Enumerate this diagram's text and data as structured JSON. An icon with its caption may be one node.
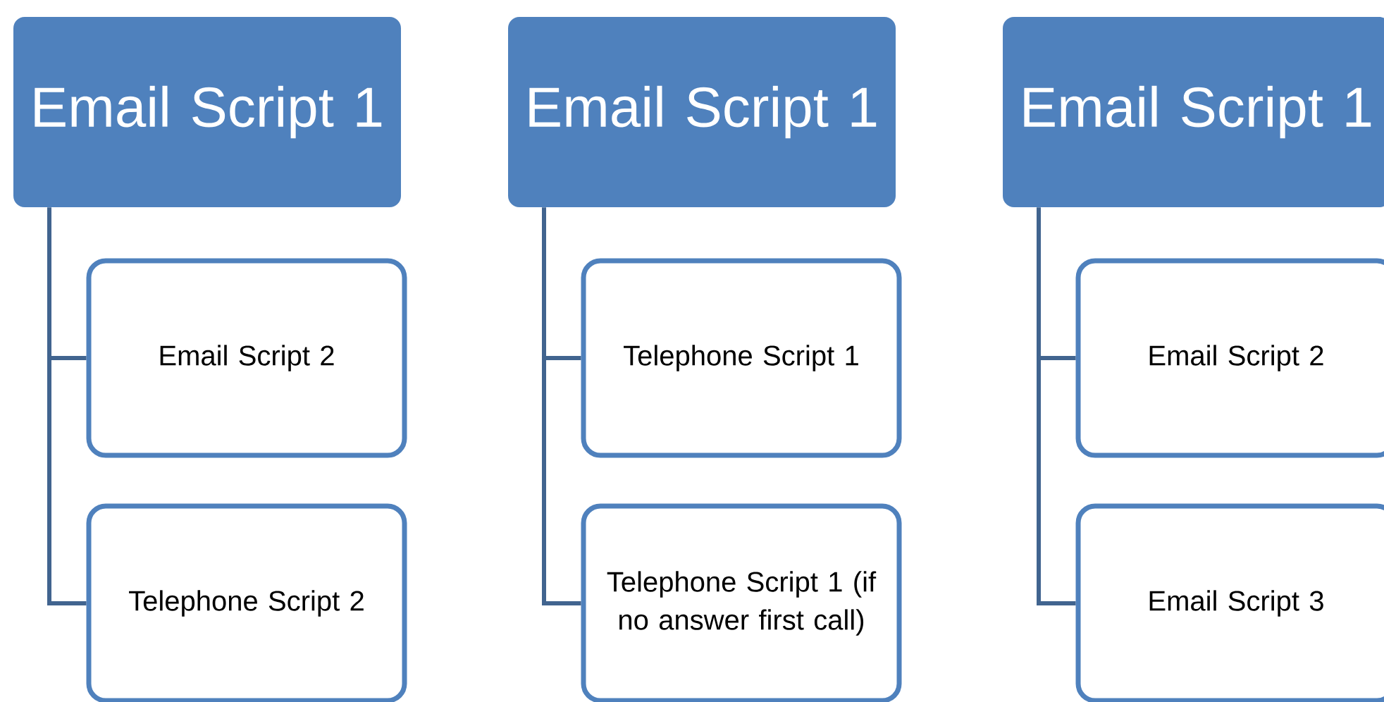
{
  "diagram": {
    "nodes": [
      {
        "text": [
          "Email Script 1"
        ]
      },
      {
        "text": [
          "Email Script 2"
        ]
      },
      {
        "text": [
          "Telephone Script 2"
        ]
      },
      {
        "text": [
          "Email Script 1"
        ]
      },
      {
        "text": [
          "Telephone Script 1"
        ]
      },
      {
        "text": [
          "Telephone Script 1 (if no answer first call)"
        ]
      },
      {
        "text": [
          "Email Script 1"
        ]
      },
      {
        "text": [
          "Email Script 2"
        ]
      },
      {
        "text": [
          "Email Script 3"
        ]
      }
    ],
    "edges": [
      {
        "from": 0,
        "to": 1,
        "arrow": "none"
      },
      {
        "from": 0,
        "to": 2,
        "arrow": "none"
      },
      {
        "from": 3,
        "to": 4,
        "arrow": "none"
      },
      {
        "from": 3,
        "to": 5,
        "arrow": "none"
      },
      {
        "from": 6,
        "to": 7,
        "arrow": "none"
      },
      {
        "from": 6,
        "to": 8,
        "arrow": "none"
      }
    ]
  }
}
